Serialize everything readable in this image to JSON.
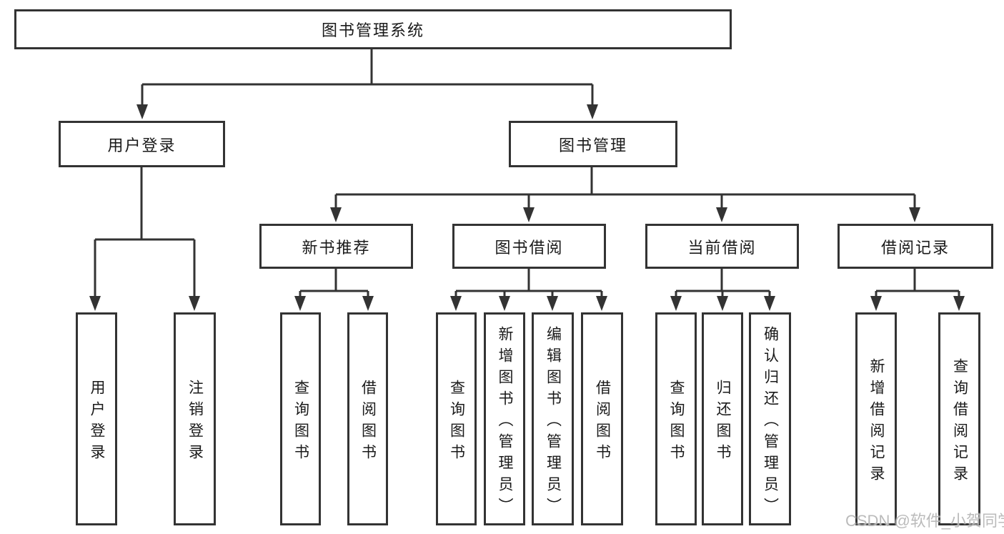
{
  "diagram": {
    "type": "hierarchy-tree",
    "root": {
      "label": "图书管理系统"
    },
    "level2": [
      {
        "id": "user-login-branch",
        "label": "用户登录"
      },
      {
        "id": "book-management-branch",
        "label": "图书管理"
      }
    ],
    "level3": [
      {
        "id": "new-book-recommend",
        "label": "新书推荐",
        "parent": "图书管理"
      },
      {
        "id": "book-borrowing",
        "label": "图书借阅",
        "parent": "图书管理"
      },
      {
        "id": "current-borrowing",
        "label": "当前借阅",
        "parent": "图书管理"
      },
      {
        "id": "borrowing-records",
        "label": "借阅记录",
        "parent": "图书管理"
      }
    ],
    "leaves": [
      {
        "id": "user-login",
        "label": "用户登录",
        "parent": "用户登录"
      },
      {
        "id": "logout",
        "label": "注销登录",
        "parent": "用户登录"
      },
      {
        "id": "query-books-recommend",
        "label": "查询图书",
        "parent": "新书推荐"
      },
      {
        "id": "borrow-books-recommend",
        "label": "借阅图书",
        "parent": "新书推荐"
      },
      {
        "id": "query-books-borrowing",
        "label": "查询图书",
        "parent": "图书借阅"
      },
      {
        "id": "add-books-admin",
        "label": "新增图书（管理员）",
        "parent": "图书借阅"
      },
      {
        "id": "edit-books-admin",
        "label": "编辑图书（管理员）",
        "parent": "图书借阅"
      },
      {
        "id": "borrow-books-borrowing",
        "label": "借阅图书",
        "parent": "图书借阅"
      },
      {
        "id": "query-books-current",
        "label": "查询图书",
        "parent": "当前借阅"
      },
      {
        "id": "return-books",
        "label": "归还图书",
        "parent": "当前借阅"
      },
      {
        "id": "confirm-return-admin",
        "label": "确认归还（管理员）",
        "parent": "当前借阅"
      },
      {
        "id": "add-borrow-record",
        "label": "新增借阅记录",
        "parent": "借阅记录"
      },
      {
        "id": "query-borrow-record",
        "label": "查询借阅记录",
        "parent": "借阅记录"
      }
    ],
    "watermark": {
      "text": "CSDN @软件_小贺同学",
      "color": "#afafaf"
    },
    "colors": {
      "line": "#333333",
      "border": "#333333",
      "text": "#1a1a1a",
      "background": "#ffffff"
    }
  }
}
